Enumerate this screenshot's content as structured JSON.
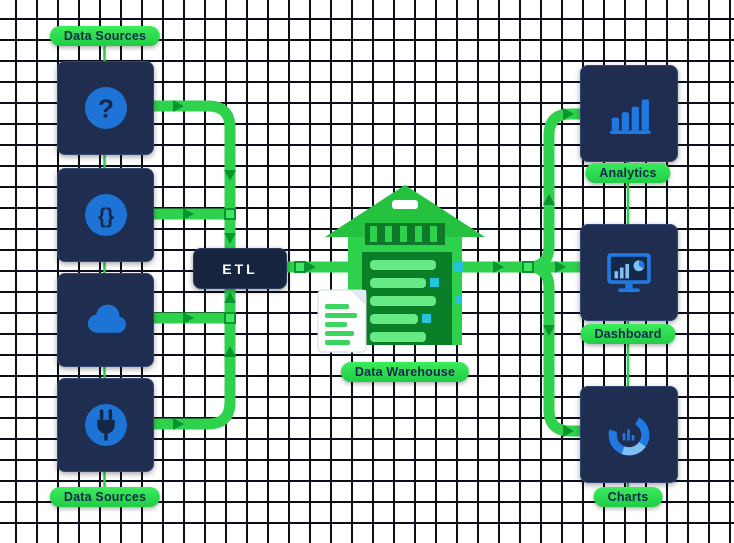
{
  "diagram": {
    "type": "etl-data-warehouse-flow",
    "labels": {
      "sources_top": "Data Sources",
      "sources_bottom": "Data Sources",
      "etl": "ETL",
      "warehouse": "Data Warehouse"
    },
    "sources": [
      {
        "icon": "question-circle-icon",
        "glyph": "?"
      },
      {
        "icon": "braces-circle-icon",
        "glyph": "{}"
      },
      {
        "icon": "cloud-icon"
      },
      {
        "icon": "plug-circle-icon"
      }
    ],
    "outputs": [
      {
        "label": "Analytics",
        "icon": "bar-chart-icon"
      },
      {
        "label": "Dashboard",
        "icon": "dashboard-monitor-icon"
      },
      {
        "label": "Charts",
        "icon": "donut-chart-icon"
      }
    ],
    "colors": {
      "background": "#ffffff",
      "grid_line": "#0c0f1a",
      "node_navy": "#1f2d50",
      "pill_green": "#2be24f",
      "pill_text": "#0c2a4a",
      "pipe_green": "#2fd24c",
      "arrow_green": "#0a9430",
      "icon_blue": "#1d74d6",
      "warehouse_green": "#2ed14b",
      "warehouse_dark_green": "#0b7f27",
      "accent_teal": "#21c4dc",
      "etl_bg": "#16243f",
      "etl_text": "#ffffff"
    }
  }
}
